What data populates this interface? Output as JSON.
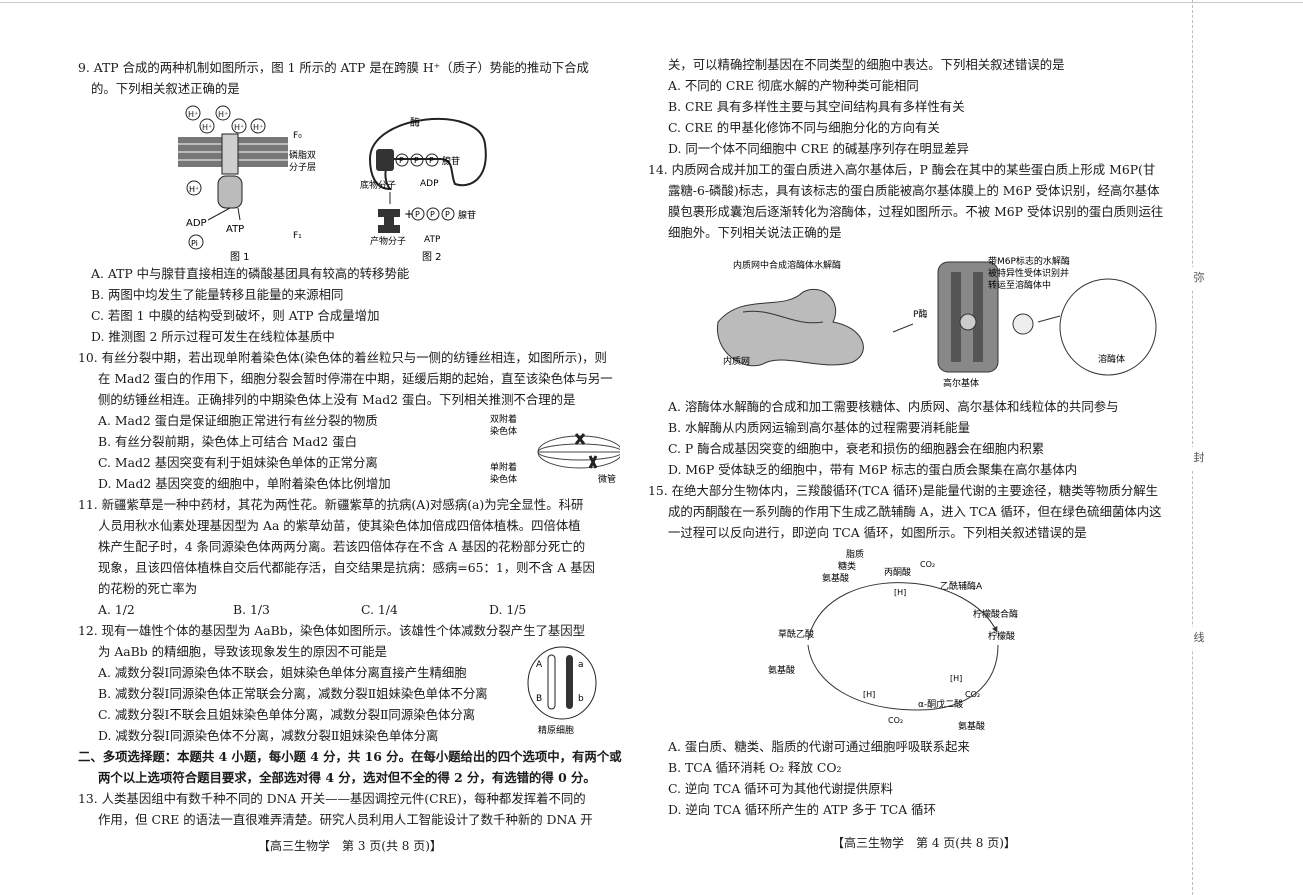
{
  "left": {
    "q9": {
      "stem1": "9. ATP 合成的两种机制如图所示，图 1 所示的 ATP 是在跨膜 H⁺（质子）势能的推动下合成",
      "stem2": "的。下列相关叙述正确的是",
      "fig1": {
        "caption": "图 1",
        "h": "H⁺",
        "f0": "F₀",
        "f1": "F₁",
        "membrane": "磷脂双",
        "membrane2": "分子层",
        "adp": "ADP",
        "pi": "Pi",
        "atp": "ATP"
      },
      "fig2": {
        "caption": "图 2",
        "enzyme": "酶",
        "substrate": "底物分子",
        "product": "产物分子",
        "adenosine": "腺苷",
        "p": "P",
        "adp": "ADP",
        "atp": "ATP"
      },
      "opts": [
        "A. ATP 中与腺苷直接相连的磷酸基团具有较高的转移势能",
        "B. 两图中均发生了能量转移且能量的来源相同",
        "C. 若图 1 中膜的结构受到破坏，则 ATP 合成量增加",
        "D. 推测图 2 所示过程可发生在线粒体基质中"
      ]
    },
    "q10": {
      "stem1": "10. 有丝分裂中期，若出现单附着染色体(染色体的着丝粒只与一侧的纺锤丝相连，如图所示)，则",
      "stem2": "在 Mad2 蛋白的作用下，细胞分裂会暂时停滞在中期，延缓后期的起始，直至该染色体与另一",
      "stem3": "侧的纺锤丝相连。正确排列的中期染色体上没有 Mad2 蛋白。下列相关推测不合理的是",
      "opts": [
        "A. Mad2 蛋白是保证细胞正常进行有丝分裂的物质",
        "B. 有丝分裂前期，染色体上可结合 Mad2 蛋白",
        "C. Mad2 基因突变有利于姐妹染色单体的正常分离",
        "D. Mad2 基因突变的细胞中，单附着染色体比例增加"
      ],
      "fig": {
        "double": "双附着",
        "double2": "染色体",
        "single": "单附着",
        "single2": "染色体",
        "mt": "微管"
      }
    },
    "q11": {
      "lines": [
        "11. 新疆紫草是一种中药材，其花为两性花。新疆紫草的抗病(A)对感病(a)为完全显性。科研",
        "人员用秋水仙素处理基因型为 Aa 的紫草幼苗，使其染色体加倍成四倍体植株。四倍体植",
        "株产生配子时，4 条同源染色体两两分离。若该四倍体存在不含 A 基因的花粉部分死亡的",
        "现象，且该四倍体植株自交后代都能存活，自交结果是抗病：感病=65：1，则不含 A 基因",
        "的花粉的死亡率为"
      ],
      "opts": [
        "A. 1/2",
        "B. 1/3",
        "C. 1/4",
        "D. 1/5"
      ]
    },
    "q12": {
      "stem1": "12. 现有一雄性个体的基因型为 AaBb，染色体如图所示。该雄性个体减数分裂产生了基因型",
      "stem2": "为 AaBb 的精细胞，导致该现象发生的原因不可能是",
      "opts": [
        "A. 减数分裂Ⅰ同源染色体不联会，姐妹染色单体分离直接产生精细胞",
        "B. 减数分裂Ⅰ同源染色体正常联会分离，减数分裂Ⅱ姐妹染色单体不分离",
        "C. 减数分裂Ⅰ不联会且姐妹染色单体分离，减数分裂Ⅱ同源染色体分离",
        "D. 减数分裂Ⅰ同源染色体不分离，减数分裂Ⅱ姐妹染色单体分离"
      ],
      "fig": {
        "A": "A",
        "a": "a",
        "B": "B",
        "b": "b",
        "caption": "精原细胞"
      }
    },
    "section2": [
      "二、多项选择题：本题共 4 小题，每小题 4 分，共 16 分。在每小题给出的四个选项中，有两个或",
      "两个以上选项符合题目要求，全部选对得 4 分，选对但不全的得 2 分，有选错的得 0 分。"
    ],
    "q13": [
      "13. 人类基因组中有数千种不同的 DNA 开关——基因调控元件(CRE)，每种都发挥着不同的",
      "作用，但 CRE 的语法一直很难弄清楚。研究人员利用人工智能设计了数千种新的 DNA 开"
    ],
    "footer": "【高三生物学　第 3 页(共 8 页)】"
  },
  "right": {
    "q13cont": "关，可以精确控制基因在不同类型的细胞中表达。下列相关叙述错误的是",
    "q13opts": [
      "A. 不同的 CRE 彻底水解的产物种类可能相同",
      "B. CRE 具有多样性主要与其空间结构具有多样性有关",
      "C. CRE 的甲基化修饰不同与细胞分化的方向有关",
      "D. 同一个体不同细胞中 CRE 的碱基序列存在明显差异"
    ],
    "q14": {
      "lines": [
        "14. 内质网合成并加工的蛋白质进入高尔基体后，P 酶会在其中的某些蛋白质上形成 M6P(甘",
        "露糖-6-磷酸)标志，具有该标志的蛋白质能被高尔基体膜上的 M6P 受体识别，经高尔基体",
        "膜包裹形成囊泡后逐渐转化为溶酶体，过程如图所示。不被 M6P 受体识别的蛋白质则运往",
        "细胞外。下列相关说法正确的是"
      ],
      "fig": {
        "er_top": "内质网中合成溶酶体水解酶",
        "er": "内质网",
        "penzyme": "P酶",
        "golgi": "高尔基体",
        "note1": "带M6P标志的水解酶",
        "note2": "被特异性受体识别并",
        "note3": "转运至溶酶体中",
        "lyso": "溶酶体"
      },
      "opts": [
        "A. 溶酶体水解酶的合成和加工需要核糖体、内质网、高尔基体和线粒体的共同参与",
        "B. 水解酶从内质网运输到高尔基体的过程需要消耗能量",
        "C. P 酶合成基因突变的细胞中，衰老和损伤的细胞器会在细胞内积累",
        "D. M6P 受体缺乏的细胞中，带有 M6P 标志的蛋白质会聚集在高尔基体内"
      ]
    },
    "q15": {
      "lines": [
        "15. 在绝大部分生物体内，三羧酸循环(TCA 循环)是能量代谢的主要途径，糖类等物质分解生",
        "成的丙酮酸在一系列酶的作用下生成乙酰辅酶 A，进入 TCA 循环，但在绿色硫细菌体内这",
        "一过程可以反向进行，即逆向 TCA 循环，如图所示。下列相关叙述错误的是"
      ],
      "fig": {
        "fat": "脂质",
        "sugar": "糖类",
        "aa1": "氨基酸",
        "pyruvate": "丙酮酸",
        "co2a": "CO₂",
        "h1": "[H]",
        "acetyl": "乙酰辅酶A",
        "cs": "柠檬酸合酶",
        "oaa": "草酰乙酸",
        "citrate": "柠檬酸",
        "aa2": "氨基酸",
        "h2": "[H]",
        "h3": "[H]",
        "co2b": "CO₂",
        "co2c": "CO₂",
        "akg": "α-酮戊二酸",
        "aa3": "氨基酸"
      },
      "opts": [
        "A. 蛋白质、糖类、脂质的代谢可通过细胞呼吸联系起来",
        "B. TCA 循环消耗 O₂ 释放 CO₂",
        "C. 逆向 TCA 循环可为其他代谢提供原料",
        "D. 逆向 TCA 循环所产生的 ATP 多于 TCA 循环"
      ]
    },
    "footer": "【高三生物学　第 4 页(共 8 页)】"
  },
  "binding": {
    "seal1": "弥",
    "seal2": "封",
    "seal3": "线"
  }
}
